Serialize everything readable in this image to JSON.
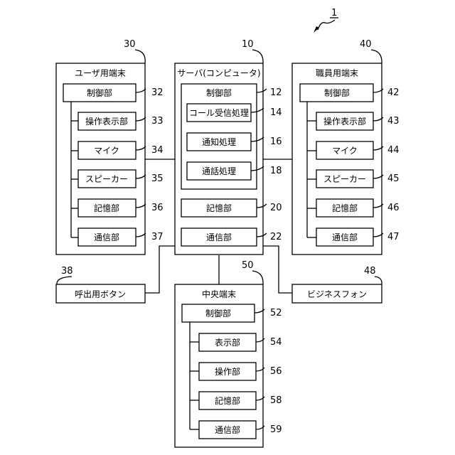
{
  "figure_ref": "1",
  "server": {
    "ref": "10",
    "title": "サーバ(コンピュータ)",
    "control": {
      "ref": "12",
      "label": "制御部"
    },
    "call_recv": {
      "ref": "14",
      "label": "コール受信処理"
    },
    "notify": {
      "ref": "16",
      "label": "通知処理"
    },
    "talk": {
      "ref": "18",
      "label": "通話処理"
    },
    "storage": {
      "ref": "20",
      "label": "記憶部"
    },
    "comm": {
      "ref": "22",
      "label": "通信部"
    }
  },
  "user_terminal": {
    "ref": "30",
    "title": "ユーザ用端末",
    "control": {
      "ref": "32",
      "label": "制御部"
    },
    "opdisp": {
      "ref": "33",
      "label": "操作表示部"
    },
    "mic": {
      "ref": "34",
      "label": "マイク"
    },
    "speaker": {
      "ref": "35",
      "label": "スピーカー"
    },
    "storage": {
      "ref": "36",
      "label": "記憶部"
    },
    "comm": {
      "ref": "37",
      "label": "通信部"
    }
  },
  "staff_terminal": {
    "ref": "40",
    "title": "職員用端末",
    "control": {
      "ref": "42",
      "label": "制御部"
    },
    "opdisp": {
      "ref": "43",
      "label": "操作表示部"
    },
    "mic": {
      "ref": "44",
      "label": "マイク"
    },
    "speaker": {
      "ref": "45",
      "label": "スピーカー"
    },
    "storage": {
      "ref": "46",
      "label": "記憶部"
    },
    "comm": {
      "ref": "47",
      "label": "通信部"
    }
  },
  "central_terminal": {
    "ref": "50",
    "title": "中央端末",
    "control": {
      "ref": "52",
      "label": "制御部"
    },
    "display": {
      "ref": "54",
      "label": "表示部"
    },
    "operation": {
      "ref": "56",
      "label": "操作部"
    },
    "storage": {
      "ref": "58",
      "label": "記憶部"
    },
    "comm": {
      "ref": "59",
      "label": "通信部"
    }
  },
  "call_button": {
    "ref": "38",
    "label": "呼出用ボタン"
  },
  "business_phone": {
    "ref": "48",
    "label": "ビジネスフォン"
  }
}
